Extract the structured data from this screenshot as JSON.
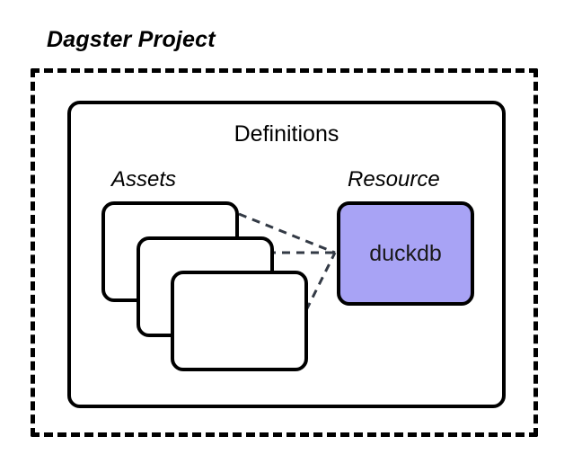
{
  "diagram": {
    "title": "Dagster Project",
    "container": {
      "label": "Definitions"
    },
    "groups": [
      {
        "key": "assets",
        "label": "Assets"
      },
      {
        "key": "resource",
        "label": "Resource"
      }
    ],
    "assets": {
      "label": "Assets",
      "cards": [
        {
          "label": ""
        },
        {
          "label": ""
        },
        {
          "label": ""
        }
      ]
    },
    "resource": {
      "label": "Resource",
      "name": "duckdb"
    },
    "connections": [
      {
        "from": "asset-card-1",
        "to": "duckdb"
      },
      {
        "from": "asset-card-2",
        "to": "duckdb"
      },
      {
        "from": "asset-card-3",
        "to": "duckdb"
      }
    ],
    "colors": {
      "background": "#ffffff",
      "stroke": "#000000",
      "resource_fill": "#a8a3f5",
      "connector": "#333a45",
      "text": "#000000"
    }
  }
}
